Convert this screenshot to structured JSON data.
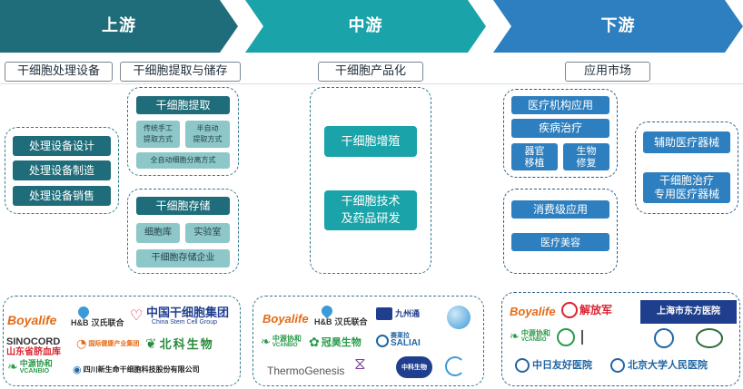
{
  "stages": {
    "upstream": "上游",
    "midstream": "中游",
    "downstream": "下游"
  },
  "headers": {
    "processing_equipment": "干细胞处理设备",
    "extraction_storage": "干细胞提取与储存",
    "products": "干细胞产品化",
    "market": "应用市场"
  },
  "upstream": {
    "equipment_items": [
      "处理设备设计",
      "处理设备制造",
      "处理设备销售"
    ],
    "extraction": {
      "title": "干细胞提取",
      "methods": [
        "传统手工\n提取方式",
        "半自动\n提取方式"
      ],
      "full_auto": "全自动细胞分离方式"
    },
    "storage": {
      "title": "干细胞存储",
      "places": [
        "细胞库",
        "实验室"
      ],
      "enterprise": "干细胞存储企业"
    }
  },
  "midstream": {
    "items": [
      "干细胞增殖",
      "干细胞技术\n及药品研发"
    ]
  },
  "downstream": {
    "medical": {
      "title": "医疗机构应用",
      "disease": "疾病治疗",
      "sub": [
        "器官\n移植",
        "生物\n修复"
      ]
    },
    "consumer": {
      "title": "消费级应用",
      "beauty": "医疗美容"
    },
    "devices": [
      "辅助医疗器械",
      "干细胞治疗\n专用医疗器械"
    ]
  },
  "logos": {
    "boyalife": "Boyalife",
    "hb": "H&B",
    "hb_cn": "汉氏联合",
    "china_stem_cn": "中国干细胞集团",
    "china_stem_en": "China Stem Cell Group",
    "sinocord": "SINOCORD",
    "shandong_bank": "山东省脐血库",
    "guangdong": "国际健康产业集团",
    "beike": "北科生物",
    "vcanbio": "中源协和",
    "vcanbio_en": "VCANBIO",
    "sichuan": "四川新生命干细胞科技股份有限公司",
    "jiuzhou": "九州通",
    "guanhao": "冠昊生物",
    "saliai": "赛莱拉",
    "saliai_en": "SALIAI",
    "thermo": "ThermoGenesis",
    "zhongke": "中科生物",
    "jiefangjun": "解放军",
    "shanghai_east": "上海市东方医院",
    "youhao": "中日友好医院",
    "pku": "北京大学人民医院"
  },
  "colors": {
    "up": "#1f6d7a",
    "mid": "#1aa3a9",
    "down": "#2e7fbf"
  }
}
